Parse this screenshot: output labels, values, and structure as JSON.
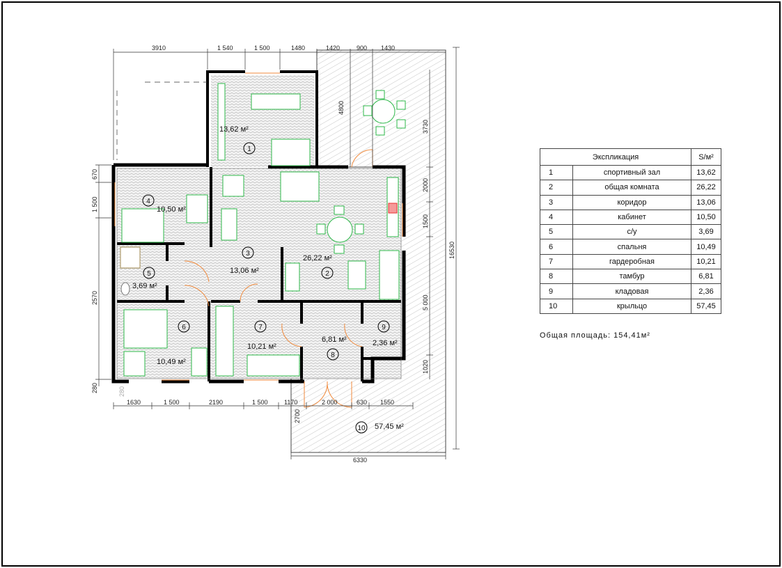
{
  "table": {
    "title": "Экспликация",
    "area_header": "S/м²",
    "rows": [
      {
        "no": "1",
        "name": "спортивный зал",
        "area": "13,62"
      },
      {
        "no": "2",
        "name": "общая комната",
        "area": "26,22"
      },
      {
        "no": "3",
        "name": "коридор",
        "area": "13,06"
      },
      {
        "no": "4",
        "name": "кабинет",
        "area": "10,50"
      },
      {
        "no": "5",
        "name": "с/у",
        "area": "3,69"
      },
      {
        "no": "6",
        "name": "спальня",
        "area": "10,49"
      },
      {
        "no": "7",
        "name": "гардеробная",
        "area": "10,21"
      },
      {
        "no": "8",
        "name": "тамбур",
        "area": "6,81"
      },
      {
        "no": "9",
        "name": "кладовая",
        "area": "2,36"
      },
      {
        "no": "10",
        "name": "крыльцо",
        "area": "57,45"
      }
    ],
    "total": "Общая площадь: 154,41м²"
  },
  "rooms": [
    {
      "no": "1",
      "area": "13,62 м²"
    },
    {
      "no": "2",
      "area": "26,22 м²"
    },
    {
      "no": "3",
      "area": "13,06 м²"
    },
    {
      "no": "4",
      "area": "10,50 м²"
    },
    {
      "no": "5",
      "area": "3,69 м²"
    },
    {
      "no": "6",
      "area": "10,49 м²"
    },
    {
      "no": "7",
      "area": "10,21 м²"
    },
    {
      "no": "8",
      "area": "6,81 м²"
    },
    {
      "no": "9",
      "area": "2,36 м²"
    },
    {
      "no": "10",
      "area": "57,45 м²"
    }
  ],
  "dimensions": {
    "top": [
      "3910",
      "1 540",
      "1 500",
      "1480",
      "1420",
      "900",
      "1430"
    ],
    "bottom": [
      "1630",
      "1 500",
      "2190",
      "1 500",
      "1170",
      "2 000",
      "630",
      "1550"
    ],
    "left": [
      "670",
      "1 500",
      "2570",
      "280",
      "280"
    ],
    "right": [
      "3730",
      "2000",
      "1500",
      "5 000",
      "1020"
    ],
    "overall_height": "16530",
    "terrace_depth": "4800",
    "porch_depth": "2700",
    "porch_width": "6330"
  },
  "colors": {
    "wall": "#000000",
    "furniture": "#2eb84a",
    "door": "#f08a3c",
    "kitchen": "#e83030"
  }
}
